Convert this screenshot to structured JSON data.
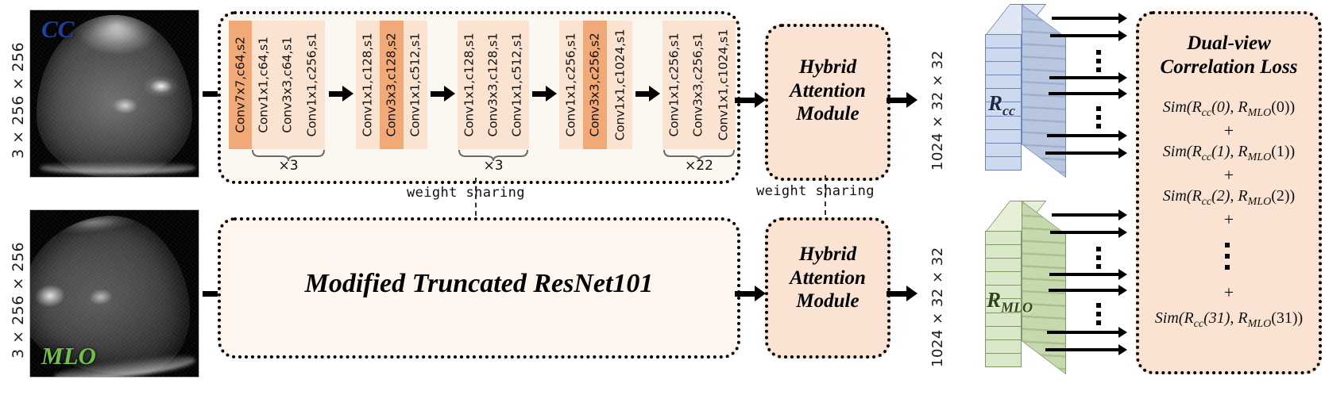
{
  "figure": {
    "title": "Dual-view mammogram correlation network architecture"
  },
  "views": {
    "cc": {
      "tag": "CC",
      "tag_color": "#20409a",
      "dim_label": "3 × 256 × 256"
    },
    "mlo": {
      "tag": "MLO",
      "tag_color": "#6fbf4a",
      "dim_label": "3 × 256 × 256"
    }
  },
  "backbone": {
    "collapsed_label": "Modified Truncated ResNet101",
    "stages": [
      {
        "name": "stem-stage",
        "layers": [
          {
            "label": "Conv7x7,c64,s2",
            "highlight": true
          },
          {
            "label": "Conv1x1,c64,s1",
            "highlight": false
          },
          {
            "label": "Conv3x3,c64,s1",
            "highlight": false
          },
          {
            "label": "Conv1x1,c256,s1",
            "highlight": false
          }
        ],
        "repeat": "×3",
        "brace_from": 1,
        "brace_to": 3
      },
      {
        "name": "stage2-down",
        "layers": [
          {
            "label": "Conv1x1,c128,s1",
            "highlight": false
          },
          {
            "label": "Conv3x3,c128,s2",
            "highlight": true
          },
          {
            "label": "Conv1x1,c512,s1",
            "highlight": false
          }
        ],
        "repeat": "",
        "brace_from": -1,
        "brace_to": -1
      },
      {
        "name": "stage2-repeat",
        "layers": [
          {
            "label": "Conv1x1,c128,s1",
            "highlight": false
          },
          {
            "label": "Conv3x3,c128,s1",
            "highlight": false
          },
          {
            "label": "Conv1x1,c512,s1",
            "highlight": false
          }
        ],
        "repeat": "×3",
        "brace_from": 0,
        "brace_to": 2
      },
      {
        "name": "stage3-down",
        "layers": [
          {
            "label": "Conv1x1,c256,s1",
            "highlight": false
          },
          {
            "label": "Conv3x3,c256,s2",
            "highlight": true
          },
          {
            "label": "Conv1x1,c1024,s1",
            "highlight": false
          }
        ],
        "repeat": "",
        "brace_from": -1,
        "brace_to": -1
      },
      {
        "name": "stage3-repeat",
        "layers": [
          {
            "label": "Conv1x1,c256,s1",
            "highlight": false
          },
          {
            "label": "Conv3x3,c256,s1",
            "highlight": false
          },
          {
            "label": "Conv1x1,c1024,s1",
            "highlight": false
          }
        ],
        "repeat": "×22",
        "brace_from": 0,
        "brace_to": 2
      }
    ]
  },
  "attention": {
    "title": "Hybrid\nAttention\nModule",
    "line1": "Hybrid",
    "line2": "Attention",
    "line3": "Module"
  },
  "weight_sharing": {
    "backbone_label": "weight sharing",
    "attention_label": "weight sharing"
  },
  "features": {
    "cc": {
      "dim_label": "1024 × 32 × 32",
      "name": "R",
      "subscript": "cc",
      "color": "#cdd9ef"
    },
    "mlo": {
      "dim_label": "1024 × 32 × 32",
      "name": "R",
      "subscript": "MLO",
      "color": "#d9e8c8"
    }
  },
  "loss": {
    "title_line1": "Dual-view",
    "title_line2": "Correlation Loss",
    "terms": [
      {
        "type": "sim",
        "text": "Sim(R",
        "sub1": "cc",
        "mid": "(0), R",
        "sub2": "MLO",
        "end": "(0))",
        "index": "0"
      },
      {
        "type": "plus",
        "text": "+"
      },
      {
        "type": "sim",
        "text": "Sim(R",
        "sub1": "cc",
        "mid": "(1), R",
        "sub2": "MLO",
        "end": "(1))",
        "index": "1"
      },
      {
        "type": "plus",
        "text": "+"
      },
      {
        "type": "sim",
        "text": "Sim(R",
        "sub1": "cc",
        "mid": "(2), R",
        "sub2": "MLO",
        "end": "(2))",
        "index": "2"
      },
      {
        "type": "plus",
        "text": "+"
      },
      {
        "type": "vdots",
        "text": "⋮"
      },
      {
        "type": "plus",
        "text": "+"
      },
      {
        "type": "sim",
        "text": "Sim(R",
        "sub1": "cc",
        "mid": "(31), R",
        "sub2": "MLO",
        "end": "(31))",
        "index": "31"
      }
    ],
    "full_text_lines": [
      "Sim(R_cc(0), R_MLO(0))",
      "+",
      "Sim(R_cc(1), R_MLO(1))",
      "+",
      "Sim(R_cc(2), R_MLO(2))",
      "+",
      "⋮",
      "+",
      "Sim(R_cc(31), R_MLO(31))"
    ]
  },
  "palette": {
    "peach_fill": "#fae3d3",
    "cream_fill": "#fdf5ee",
    "conv_light": "#fbe3d2",
    "conv_dark": "#f0a977",
    "cube_blue": "#cdd9ef",
    "cube_green": "#d9e8c8",
    "outline": "#000000"
  }
}
